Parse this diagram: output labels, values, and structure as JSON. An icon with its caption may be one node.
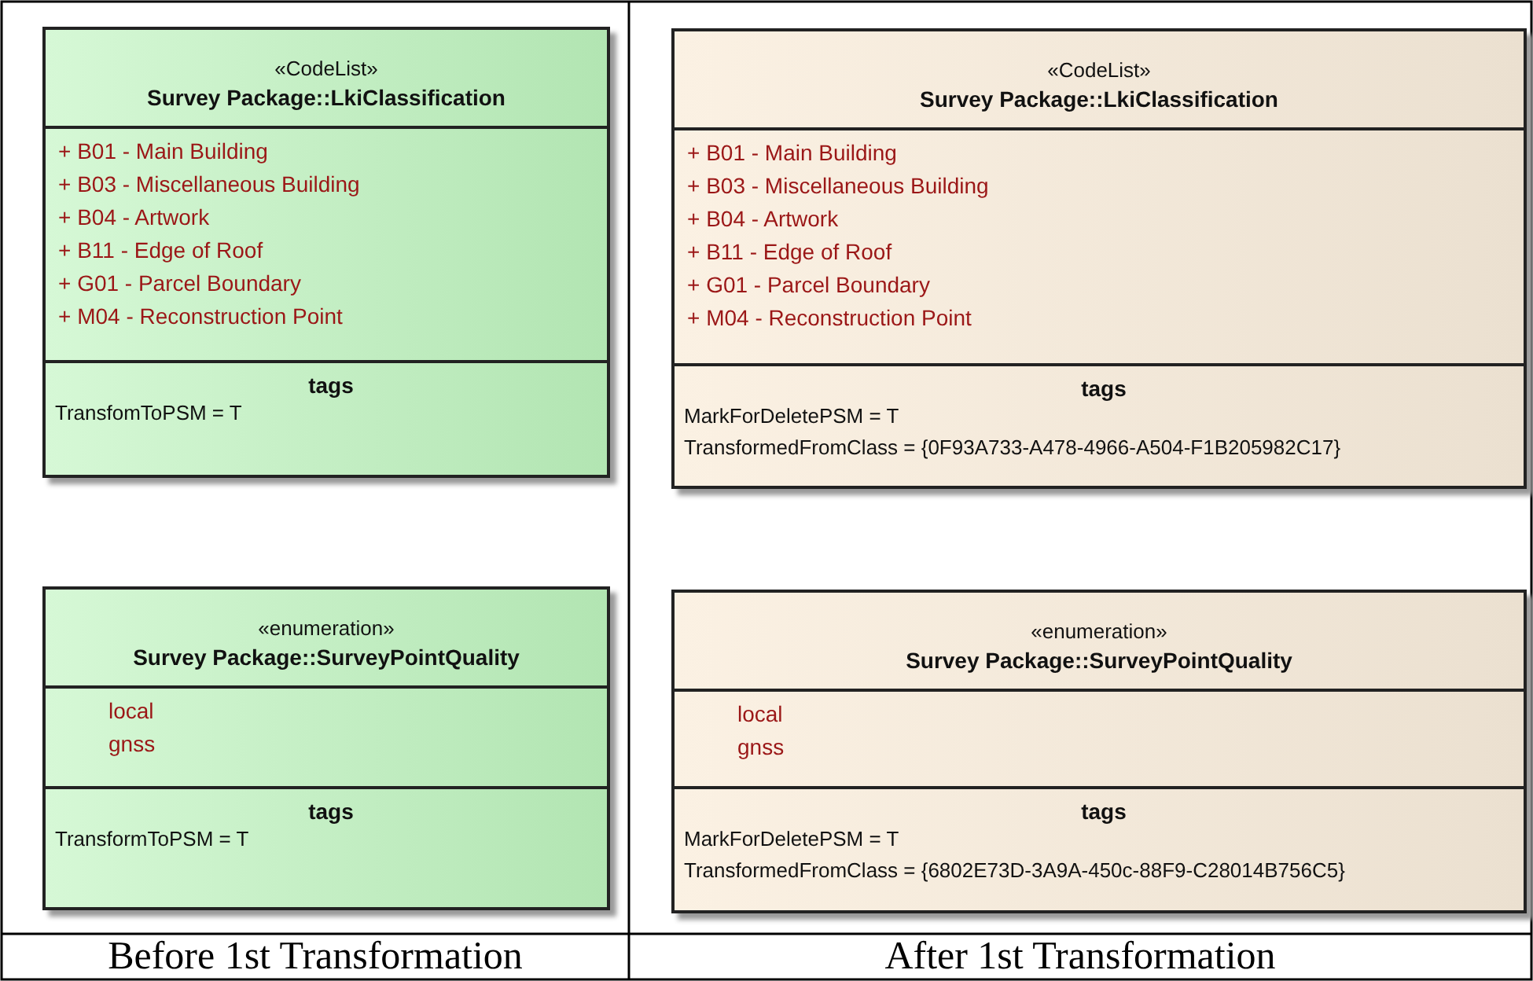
{
  "diagram": {
    "nodes": [
      {
        "text": [
          "«CodeList»",
          "Survey Package::LkiClassification",
          "+ B01 - Main Building",
          "+ B03 - Miscellaneous Building",
          "+ B04 - Artwork",
          "+ B11 - Edge of Roof",
          "+ G01 - Parcel Boundary",
          "+ M04 - Reconstruction Point",
          "tags",
          "TransfomToPSM = T"
        ]
      },
      {
        "text": [
          "«CodeList»",
          "Survey Package::LkiClassification",
          "+ B01 - Main Building",
          "+ B03 - Miscellaneous Building",
          "+ B04 - Artwork",
          "+ B11 - Edge of Roof",
          "+ G01 - Parcel Boundary",
          "+ M04 - Reconstruction Point",
          "tags",
          "MarkForDeletePSM = T",
          "TransformedFromClass = {0F93A733-A478-4966-A504-F1B205982C17}"
        ]
      },
      {
        "text": [
          "«enumeration»",
          "Survey Package::SurveyPointQuality",
          "local",
          "gnss",
          "tags",
          "TransformToPSM = T"
        ]
      },
      {
        "text": [
          "«enumeration»",
          "Survey Package::SurveyPointQuality",
          "local",
          "gnss",
          "tags",
          "MarkForDeletePSM = T",
          "TransformedFromClass = {6802E73D-3A9A-450c-88F9-C28014B756C5}"
        ]
      }
    ],
    "labels": [
      "Before 1st Transformation",
      "After 1st Transformation"
    ]
  }
}
